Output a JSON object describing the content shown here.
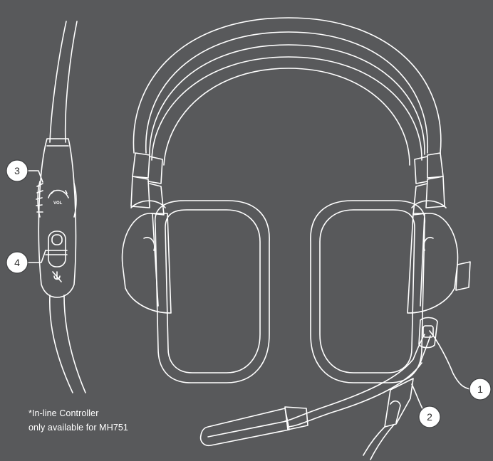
{
  "controller": {
    "vol_label": "VOL"
  },
  "callouts": [
    {
      "number": "1",
      "target": "mic-jack"
    },
    {
      "number": "2",
      "target": "microphone-boom"
    },
    {
      "number": "3",
      "target": "volume-wheel"
    },
    {
      "number": "4",
      "target": "mic-mute-switch"
    }
  ],
  "footnote": {
    "line1": "*In-line Controller",
    "line2": "only available for MH751"
  },
  "colors": {
    "background": "#58595b",
    "line": "#ffffff"
  }
}
